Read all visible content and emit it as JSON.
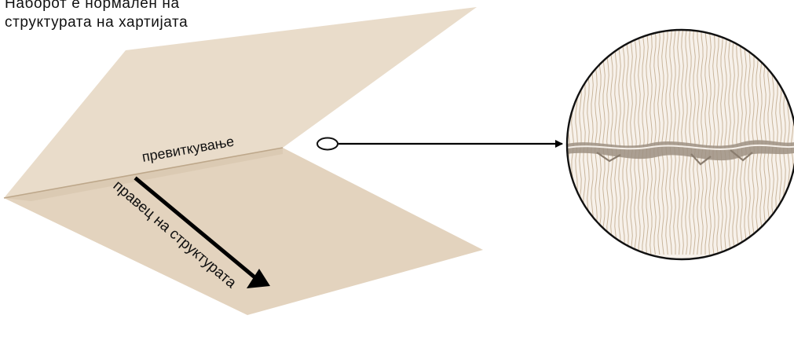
{
  "caption": {
    "line1": "Наборот е нормален на",
    "line2": "структурата на хартијата"
  },
  "labels": {
    "fold": "превиткување",
    "grain_direction": "правец на структурата"
  },
  "colors": {
    "paper_back": "#e9dcca",
    "paper_front": "#e2d2bd",
    "paper_edge": "#cdb89d",
    "arrow": "#000000",
    "magnifier_bg": "#f7f1ea",
    "magnifier_lines": "#c9b59b",
    "crack": "#8f8274"
  }
}
